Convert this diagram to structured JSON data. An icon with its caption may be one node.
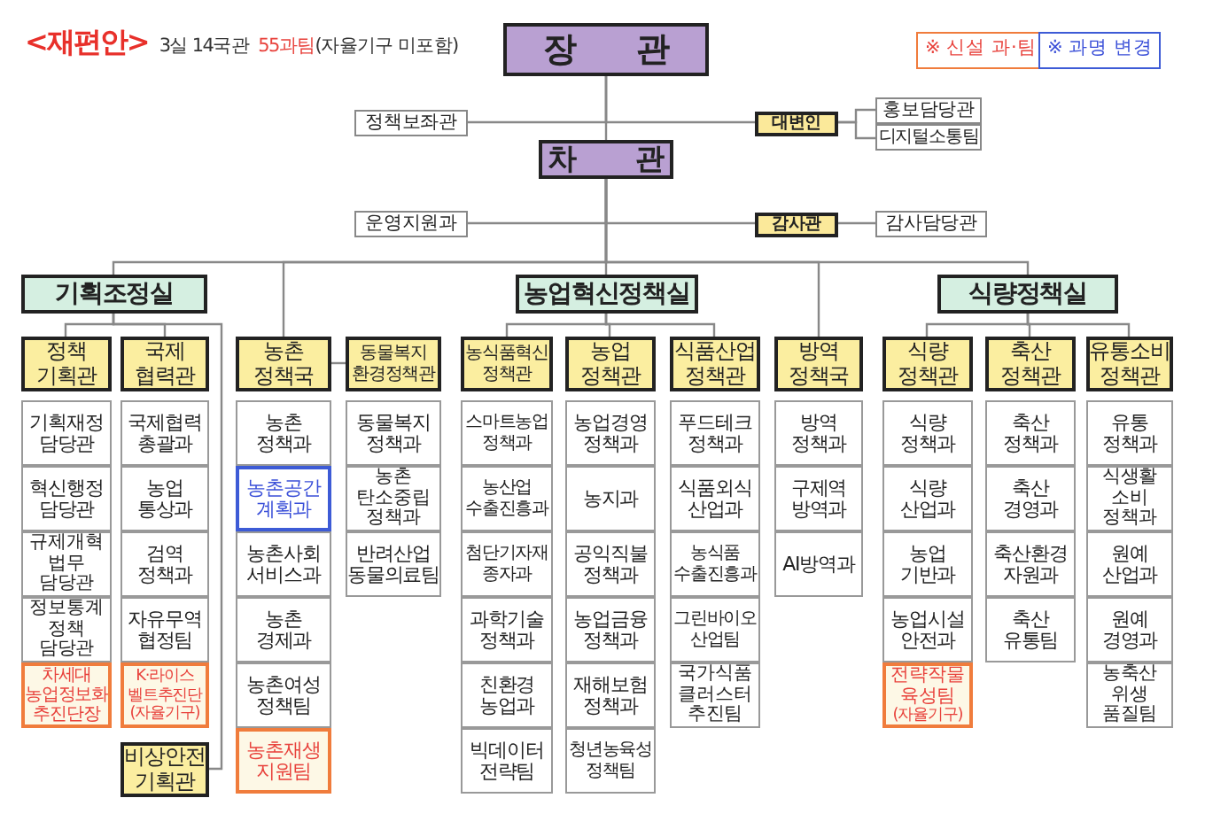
{
  "diagram": {
    "title": "<재편안>",
    "nodes": [
      {
        "text": [
          "장 관"
        ]
      },
      {
        "text": [
          "정책보좌관"
        ]
      },
      {
        "text": [
          "대변인"
        ]
      },
      {
        "text": [
          "홍보담당관"
        ]
      },
      {
        "text": [
          "디지털소통팀"
        ]
      },
      {
        "text": [
          "차 관"
        ]
      },
      {
        "text": [
          "운영지원과"
        ]
      },
      {
        "text": [
          "감사관"
        ]
      },
      {
        "text": [
          "감사담당관"
        ]
      },
      {
        "text": [
          "기획조정실"
        ]
      },
      {
        "text": [
          "정책 기획관"
        ]
      },
      {
        "text": [
          "국제 협력관"
        ]
      },
      {
        "text": [
          "비상안전 기획관"
        ]
      },
      {
        "text": [
          "농촌 정책국"
        ]
      },
      {
        "text": [
          "동물복지 환경정책관"
        ]
      },
      {
        "text": [
          "농업혁신정책실"
        ]
      },
      {
        "text": [
          "농식품혁신 정책관"
        ]
      },
      {
        "text": [
          "농업 정책관"
        ]
      },
      {
        "text": [
          "식품산업 정책관"
        ]
      },
      {
        "text": [
          "방역 정책국"
        ]
      },
      {
        "text": [
          "식량정책실"
        ]
      },
      {
        "text": [
          "식량 정책관"
        ]
      },
      {
        "text": [
          "축산 정책관"
        ]
      },
      {
        "text": [
          "유통소비 정책관"
        ]
      },
      {
        "text": [
          "기획재정 담당관"
        ]
      },
      {
        "text": [
          "혁신행정 담당관"
        ]
      },
      {
        "text": [
          "규제개혁 법무 담당관"
        ]
      },
      {
        "text": [
          "정보통계 정책 담당관"
        ]
      },
      {
        "text": [
          "차세대 농업정보화 추진단장"
        ]
      },
      {
        "text": [
          "국제협력 총괄과"
        ]
      },
      {
        "text": [
          "농업 통상과"
        ]
      },
      {
        "text": [
          "검역 정책과"
        ]
      },
      {
        "text": [
          "자유무역 협정팀"
        ]
      },
      {
        "text": [
          "K·라이스 벨트추진단",
          "(자율기구)"
        ]
      },
      {
        "text": [
          "농촌 정책과"
        ]
      },
      {
        "text": [
          "농촌공간 계획과"
        ]
      },
      {
        "text": [
          "농촌사회 서비스과"
        ]
      },
      {
        "text": [
          "농촌 경제과"
        ]
      },
      {
        "text": [
          "농촌여성 정책팀"
        ]
      },
      {
        "text": [
          "농촌재생 지원팀"
        ]
      },
      {
        "text": [
          "동물복지 정책과"
        ]
      },
      {
        "text": [
          "농촌 탄소중립 정책과"
        ]
      },
      {
        "text": [
          "반려산업 동물의료팀"
        ]
      },
      {
        "text": [
          "스마트농업 정책과"
        ]
      },
      {
        "text": [
          "농산업 수출진흥과"
        ]
      },
      {
        "text": [
          "첨단기자재 종자과"
        ]
      },
      {
        "text": [
          "과학기술 정책과"
        ]
      },
      {
        "text": [
          "친환경 농업과"
        ]
      },
      {
        "text": [
          "빅데이터 전략팀"
        ]
      },
      {
        "text": [
          "농업경영 정책과"
        ]
      },
      {
        "text": [
          "농지과"
        ]
      },
      {
        "text": [
          "공익직불 정책과"
        ]
      },
      {
        "text": [
          "농업금융 정책과"
        ]
      },
      {
        "text": [
          "재해보험 정책과"
        ]
      },
      {
        "text": [
          "청년농육성 정책팀"
        ]
      },
      {
        "text": [
          "푸드테크 정책과"
        ]
      },
      {
        "text": [
          "식품외식 산업과"
        ]
      },
      {
        "text": [
          "농식품 수출진흥과"
        ]
      },
      {
        "text": [
          "그린바이오 산업팀"
        ]
      },
      {
        "text": [
          "국가식품 클러스터 추진팀"
        ]
      },
      {
        "text": [
          "방역 정책과"
        ]
      },
      {
        "text": [
          "구제역 방역과"
        ]
      },
      {
        "text": [
          "AI방역과"
        ]
      },
      {
        "text": [
          "식량 정책과"
        ]
      },
      {
        "text": [
          "식량 산업과"
        ]
      },
      {
        "text": [
          "농업 기반과"
        ]
      },
      {
        "text": [
          "농업시설 안전과"
        ]
      },
      {
        "text": [
          "전략작물 육성팀",
          "(자율기구)"
        ]
      },
      {
        "text": [
          "축산 정책과"
        ]
      },
      {
        "text": [
          "축산 경영과"
        ]
      },
      {
        "text": [
          "축산환경 자원과"
        ]
      },
      {
        "text": [
          "축산 유통팀"
        ]
      },
      {
        "text": [
          "유통 정책과"
        ]
      },
      {
        "text": [
          "식생활 소비 정책과"
        ]
      },
      {
        "text": [
          "원예 산업과"
        ]
      },
      {
        "text": [
          "원예 경영과"
        ]
      },
      {
        "text": [
          "농축산 위생 품질팀"
        ]
      }
    ],
    "edges": [
      {
        "from": 0,
        "to": 5,
        "arrow": "none"
      },
      {
        "from": 0,
        "to": 1,
        "arrow": "none"
      },
      {
        "from": 0,
        "to": 2,
        "arrow": "none"
      },
      {
        "from": 2,
        "to": 3,
        "arrow": "none"
      },
      {
        "from": 2,
        "to": 4,
        "arrow": "none"
      },
      {
        "from": 5,
        "to": 6,
        "arrow": "none"
      },
      {
        "from": 5,
        "to": 7,
        "arrow": "none"
      },
      {
        "from": 7,
        "to": 8,
        "arrow": "none"
      },
      {
        "from": 5,
        "to": 9,
        "arrow": "none"
      },
      {
        "from": 5,
        "to": 13,
        "arrow": "none"
      },
      {
        "from": 5,
        "to": 15,
        "arrow": "none"
      },
      {
        "from": 5,
        "to": 19,
        "arrow": "none"
      },
      {
        "from": 5,
        "to": 20,
        "arrow": "none"
      },
      {
        "from": 9,
        "to": 10,
        "arrow": "none"
      },
      {
        "from": 9,
        "to": 11,
        "arrow": "none"
      },
      {
        "from": 9,
        "to": 12,
        "arrow": "none"
      },
      {
        "from": 13,
        "to": 14,
        "arrow": "none"
      },
      {
        "from": 15,
        "to": 16,
        "arrow": "none"
      },
      {
        "from": 15,
        "to": 17,
        "arrow": "none"
      },
      {
        "from": 15,
        "to": 18,
        "arrow": "none"
      },
      {
        "from": 20,
        "to": 21,
        "arrow": "none"
      },
      {
        "from": 20,
        "to": 22,
        "arrow": "none"
      },
      {
        "from": 20,
        "to": 23,
        "arrow": "none"
      }
    ],
    "labels": [
      "3실 14국관",
      "55과팀",
      "(자율기구 미포함)"
    ],
    "legend": [
      {
        "text": "※ 신설 과·팀"
      },
      {
        "text": "※ 과명 변경"
      }
    ]
  }
}
